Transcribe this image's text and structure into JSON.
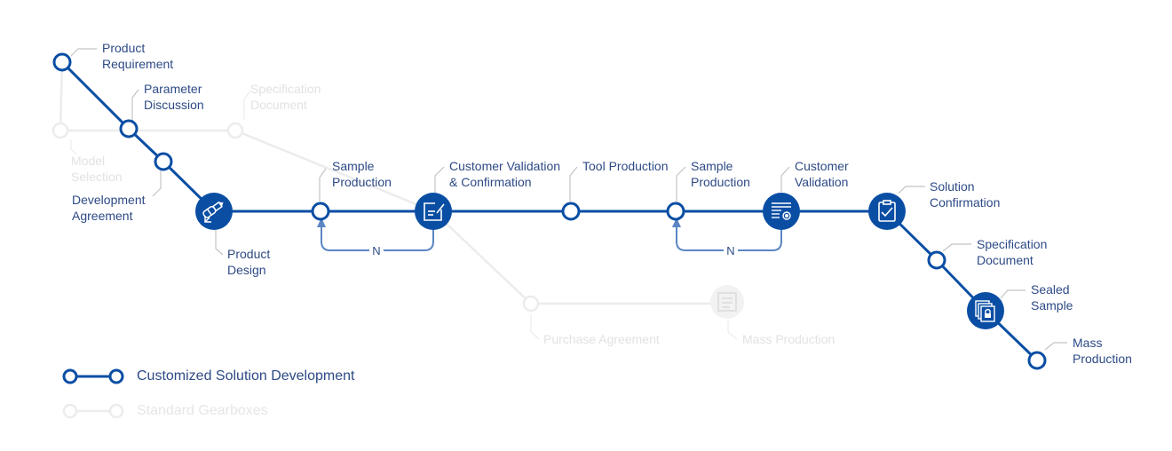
{
  "colors": {
    "primary": "#0a4ea4",
    "loop": "#5b86c3",
    "faint": "#ececec",
    "leader": "#c4c4c4"
  },
  "labels": {
    "product_requirement": "Product\nRequirement",
    "parameter_discussion": "Parameter\nDiscussion",
    "specification_document_std": "Specification\nDocument",
    "model_selection": "Model\nSelection",
    "development_agreement": "Development\nAgreement",
    "product_design": "Product\nDesign",
    "sample_production_1": "Sample\nProduction",
    "customer_validation_confirmation": "Customer Validation\n& Confirmation",
    "tool_production": "Tool Production",
    "sample_production_2": "Sample\nProduction",
    "customer_validation": "Customer\nValidation",
    "solution_confirmation": "Solution\nConfirmation",
    "specification_document": "Specification\nDocument",
    "sealed_sample": "Sealed\nSample",
    "mass_production": "Mass\nProduction",
    "purchase_agreement": "Purchase Agreement",
    "mass_production_std": "Mass Production",
    "loop_marker_1": "N",
    "loop_marker_2": "N"
  },
  "legend": {
    "customized": "Customized Solution Development",
    "standard": "Standard Gearboxes"
  },
  "icons": {
    "product_design": "design-tools-icon",
    "customer_validation_confirmation": "edit-document-icon",
    "customer_validation": "settings-document-icon",
    "solution_confirmation": "clipboard-check-icon",
    "sealed_sample": "locked-stack-icon",
    "mass_production_std": "document-icon"
  }
}
